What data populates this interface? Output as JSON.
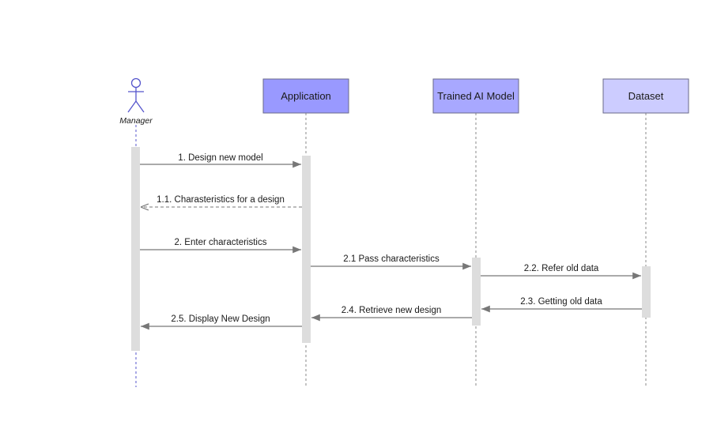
{
  "actor": {
    "label": "Manager",
    "icon": "stick-figure-icon"
  },
  "participants": [
    {
      "id": "app",
      "label": "Application",
      "fill": "#9999ff"
    },
    {
      "id": "model",
      "label": "Trained AI Model",
      "fill": "#a8a8ff"
    },
    {
      "id": "dataset",
      "label": "Dataset",
      "fill": "#ccccff"
    }
  ],
  "messages": [
    {
      "id": "m1",
      "label": "1. Design new model",
      "from": "manager",
      "to": "app",
      "style": "solid"
    },
    {
      "id": "m2",
      "label": "1.1. Charasteristics for a design",
      "from": "app",
      "to": "manager",
      "style": "dashed"
    },
    {
      "id": "m3",
      "label": "2. Enter characteristics",
      "from": "manager",
      "to": "app",
      "style": "solid"
    },
    {
      "id": "m4",
      "label": "2.1 Pass characteristics",
      "from": "app",
      "to": "model",
      "style": "solid"
    },
    {
      "id": "m5",
      "label": "2.2. Refer old data",
      "from": "model",
      "to": "dataset",
      "style": "solid"
    },
    {
      "id": "m6",
      "label": "2.3. Getting old data",
      "from": "dataset",
      "to": "model",
      "style": "solid"
    },
    {
      "id": "m7",
      "label": "2.4. Retrieve new design",
      "from": "model",
      "to": "app",
      "style": "solid"
    },
    {
      "id": "m8",
      "label": "2.5. Display New Design",
      "from": "app",
      "to": "manager",
      "style": "solid"
    }
  ],
  "colors": {
    "lifeline_actor": "#5555cc",
    "lifeline": "#888888",
    "activation": "#dddddd",
    "arrow": "#777777",
    "box_border": "#6a6a8a"
  }
}
